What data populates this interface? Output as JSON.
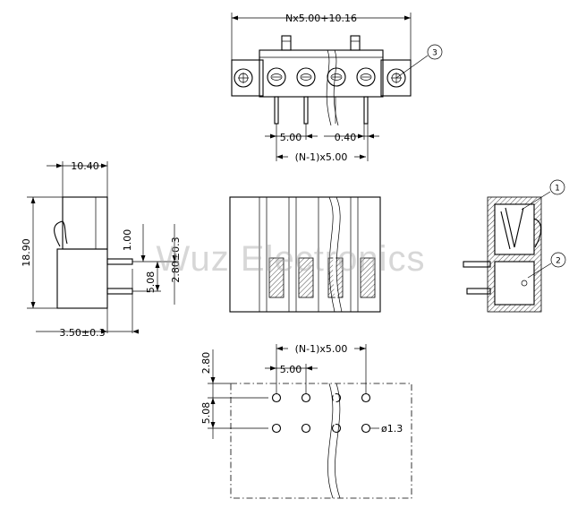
{
  "top_view": {
    "overall_width": "Nx5.00+10.16",
    "pitch": "5.00",
    "pin_width": "0.40",
    "span": "(N-1)x5.00",
    "callout": "3"
  },
  "side_view": {
    "depth": "10.40",
    "height": "18.90",
    "offset_1": "1.00",
    "offset_2": "5.08",
    "pin_offset": "2.80±0.3",
    "pin_length": "3.50±0.3"
  },
  "section_view": {
    "callout_1": "1",
    "callout_2": "2"
  },
  "footprint": {
    "span": "(N-1)x5.00",
    "pitch": "5.00",
    "row_offset": "2.80",
    "row_spacing": "5.08",
    "hole_diameter": "ø1.3"
  },
  "watermark": "Wuz Electronics"
}
